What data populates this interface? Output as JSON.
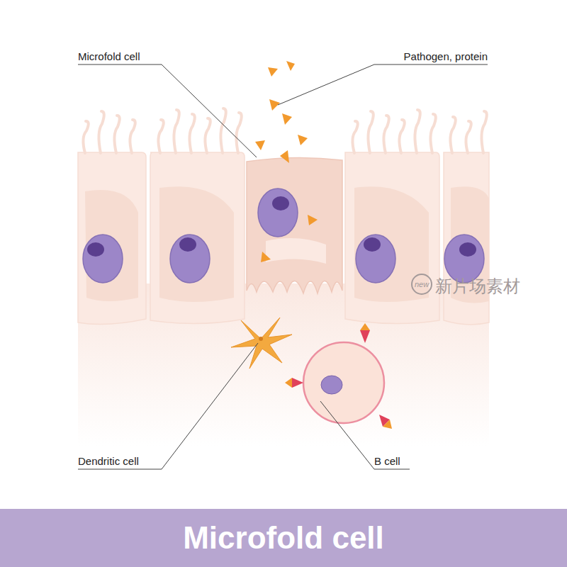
{
  "diagram": {
    "title": "Microfold cell",
    "labels": [
      "Microfold cell",
      "Pathogen, protein",
      "Dendritic cell",
      "B cell",
      "new",
      "新片场素材"
    ]
  }
}
